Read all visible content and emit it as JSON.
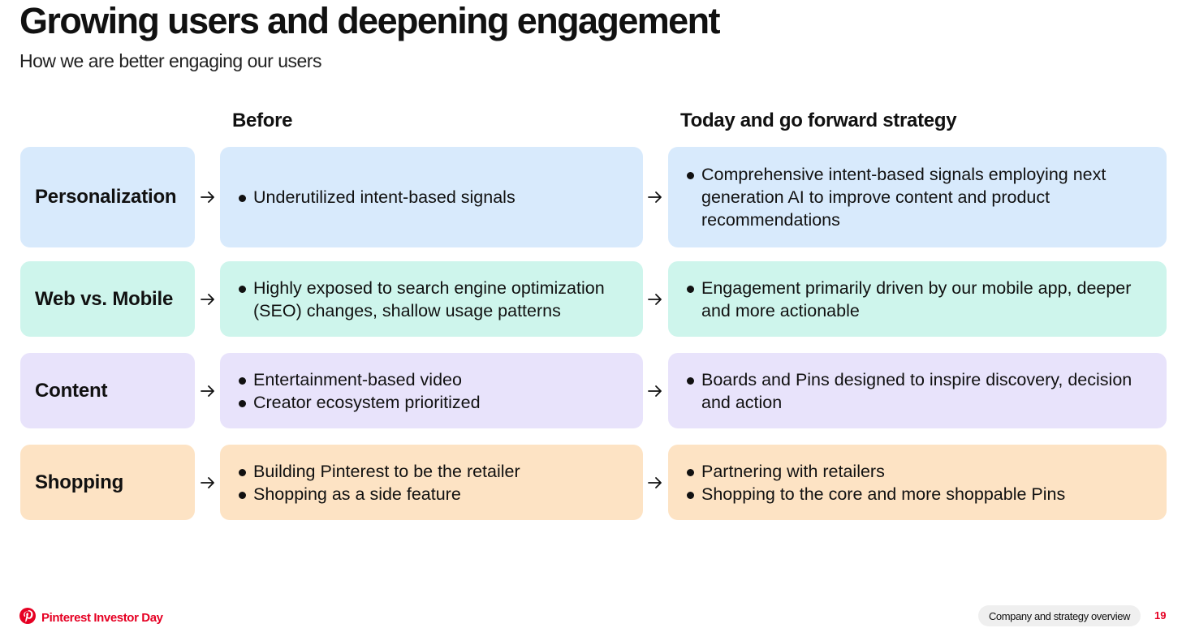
{
  "header": {
    "title": "Growing users and deepening engagement",
    "subtitle": "How we are better engaging our users"
  },
  "columns": {
    "before": "Before",
    "today": "Today and go forward strategy"
  },
  "rows": [
    {
      "category": "Personalization",
      "before": [
        "Underutilized intent-based signals"
      ],
      "today": [
        "Comprehensive intent-based signals employing next generation AI to improve content and product recommendations"
      ]
    },
    {
      "category": "Web vs. Mobile",
      "before": [
        "Highly exposed to search engine optimization (SEO) changes, shallow usage patterns"
      ],
      "today": [
        "Engagement primarily driven by our mobile app, deeper and more actionable"
      ]
    },
    {
      "category": "Content",
      "before": [
        "Entertainment-based video",
        "Creator ecosystem prioritized"
      ],
      "today": [
        "Boards and Pins designed to inspire discovery, decision and action"
      ]
    },
    {
      "category": "Shopping",
      "before": [
        "Building Pinterest to be the retailer",
        "Shopping as a side feature"
      ],
      "today": [
        "Partnering with retailers",
        "Shopping to the core and more shoppable Pins"
      ]
    }
  ],
  "footer": {
    "brand": "Pinterest Investor Day",
    "section": "Company and strategy overview",
    "page_number": "19"
  },
  "colors": {
    "brand_red": "#e60023",
    "personalization_bg": "#d8eafc",
    "web_mobile_bg": "#cef5ec",
    "content_bg": "#e8e3fb",
    "shopping_bg": "#fde3c4"
  },
  "icons": {
    "arrow": "arrow-right-icon",
    "logo": "pinterest-logo-icon"
  }
}
